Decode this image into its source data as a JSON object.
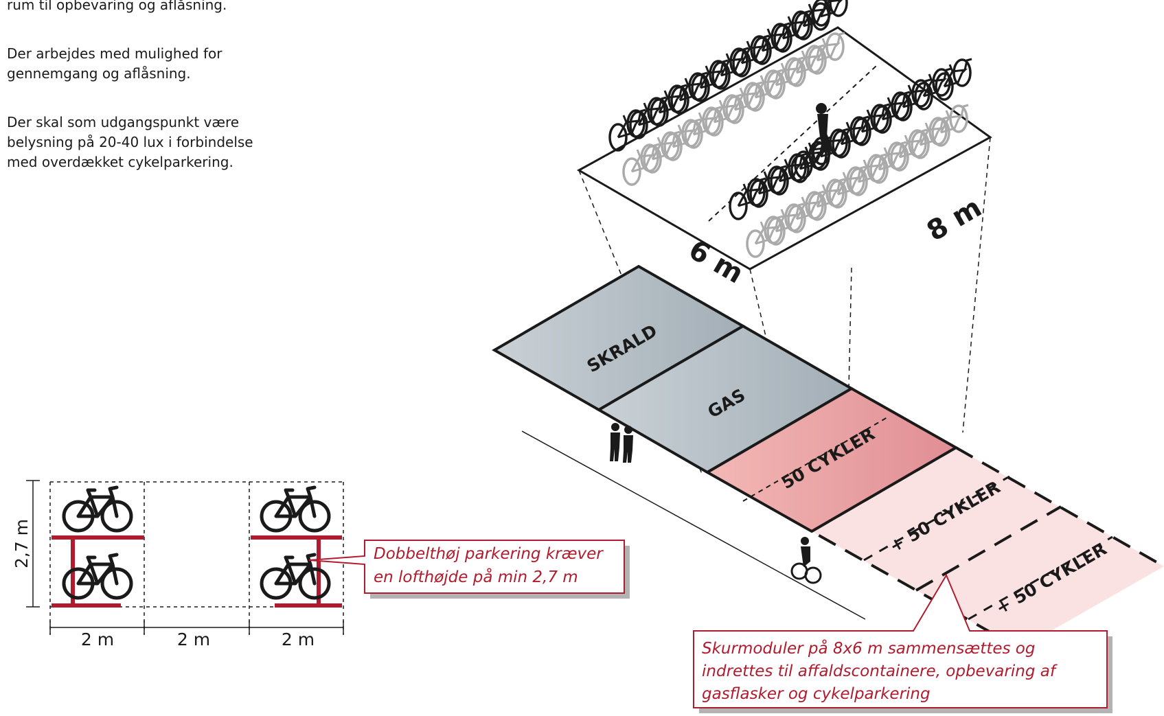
{
  "intro": {
    "p1": [
      "rum til opbevaring og aflåsning."
    ],
    "p2": [
      "Der arbejdes med mulighed for",
      "gennemgang og aflåsning."
    ],
    "p3": [
      "Der skal som udgangspunkt være",
      "belysning på 20-40 lux i forbindelse",
      "med overdækket cykelparkering."
    ]
  },
  "dims_top": {
    "width": "6 m",
    "length": "8 m"
  },
  "zones": {
    "skrald": "SKRALD",
    "gas": "GAS",
    "bikes": "50 CYKLER",
    "extra1": "+ 50 CYKLER",
    "extra2": "+ 50 CYKLER"
  },
  "section": {
    "height": "2,7 m",
    "w1": "2 m",
    "w2": "2 m",
    "w3": "2 m"
  },
  "callout_double": [
    "Dobbelthøj parkering kræver",
    "en lofthøjde på min 2,7 m"
  ],
  "callout_modules": [
    "Skurmoduler på 8x6 m sammensættes og",
    "indrettes til affaldscontainere, opbevaring af",
    "gasflasker og cykelparkering"
  ],
  "colors": {
    "accent": "#b01c2e",
    "grey": "#aeb8bf",
    "pink": "#e89a9c",
    "palePink": "#f9dcdc",
    "text": "#1a1a1a"
  }
}
